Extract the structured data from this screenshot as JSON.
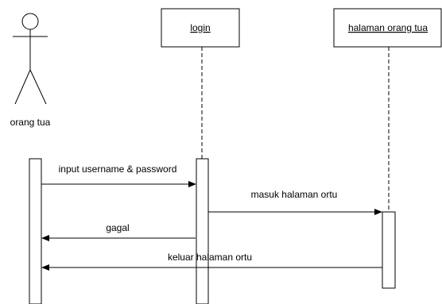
{
  "actor": {
    "label": "orang tua"
  },
  "objects": [
    {
      "id": "login",
      "label": "login"
    },
    {
      "id": "halaman",
      "label": "halaman orang tua"
    }
  ],
  "messages": [
    {
      "id": "m1",
      "from": "orang tua",
      "to": "login",
      "label": "input username & password"
    },
    {
      "id": "m2",
      "from": "login",
      "to": "halaman orang tua",
      "label": "masuk halaman ortu"
    },
    {
      "id": "m3",
      "from": "login",
      "to": "orang tua",
      "label": "gagal"
    },
    {
      "id": "m4",
      "from": "halaman orang tua",
      "to": "orang tua",
      "label": "keluar halaman ortu"
    }
  ]
}
